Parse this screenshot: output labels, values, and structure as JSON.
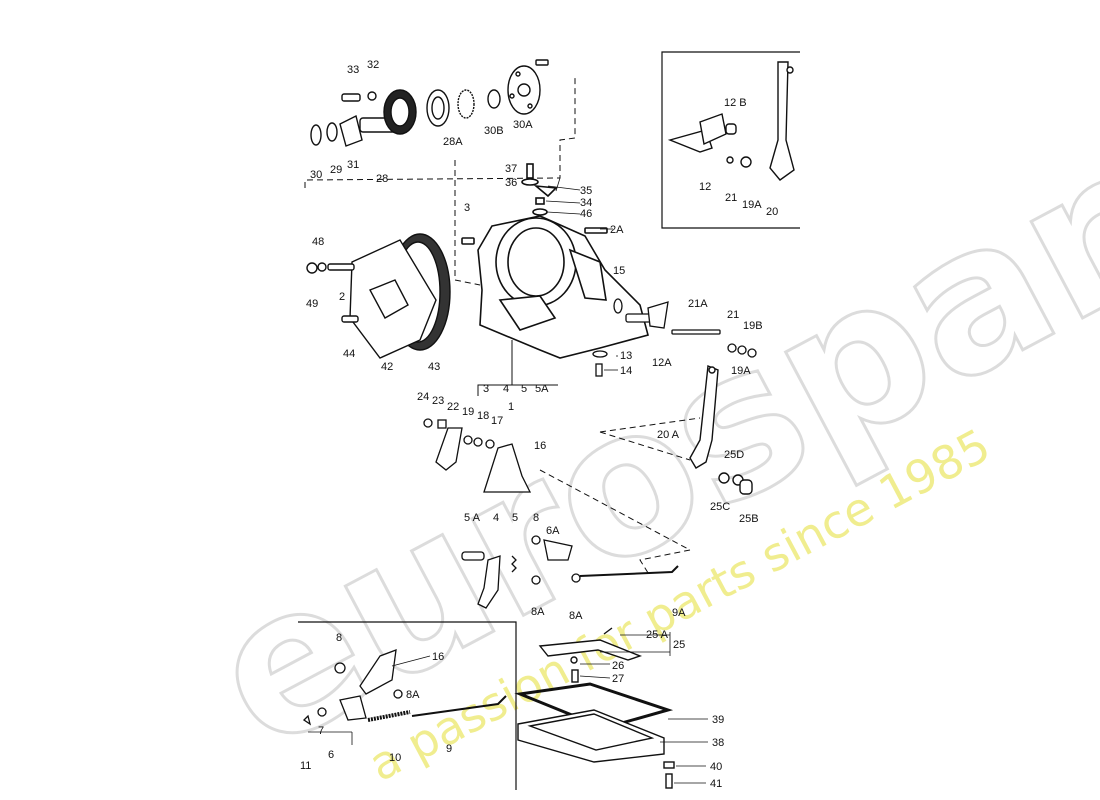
{
  "watermark": {
    "brand": "eurospares",
    "tagline": "a passion for parts since 1985",
    "brand_color": "#d6d6d6",
    "tagline_color": "#ece86a"
  },
  "callouts": {
    "n33": "33",
    "n32": "32",
    "n30": "30",
    "n29": "29",
    "n31": "31",
    "n28": "28",
    "n28A": "28A",
    "n30B": "30B",
    "n30A": "30A",
    "n37": "37",
    "n36": "36",
    "n35": "35",
    "n34": "34",
    "n46": "46",
    "n3": "3",
    "n2A": "2A",
    "n48": "48",
    "n49": "49",
    "n2": "2",
    "n44": "44",
    "n42": "42",
    "n43": "43",
    "n15": "15",
    "n12A": "12A",
    "n21A": "21A",
    "n21b": "21",
    "n19B": "19B",
    "n19Ab": "19A",
    "n13": "13",
    "n14": "14",
    "g3": "3",
    "g4": "4",
    "g5": "5",
    "g5A": "5A",
    "g1": "1",
    "n24": "24",
    "n23": "23",
    "n22": "22",
    "n19": "19",
    "n18": "18",
    "n17": "17",
    "n16": "16",
    "n20A": "20 A",
    "n25D": "25D",
    "n25C": "25C",
    "n25B": "25B",
    "n5A": "5 A",
    "n4": "4",
    "n5": "5",
    "n8": "8",
    "n6A": "6A",
    "n8Aa": "8A",
    "n8Ab": "8A",
    "n9A": "9A",
    "n12B": "12 B",
    "n12": "12",
    "n21a": "21",
    "n19Aa": "19A",
    "n20": "20",
    "n25A": "25 A",
    "n25": "25",
    "n26": "26",
    "n27": "27",
    "n39": "39",
    "n38": "38",
    "n40": "40",
    "n41": "41",
    "d8": "8",
    "d16": "16",
    "d8A": "8A",
    "d7": "7",
    "d6": "6",
    "d10": "10",
    "d9": "9",
    "d11": "11"
  }
}
